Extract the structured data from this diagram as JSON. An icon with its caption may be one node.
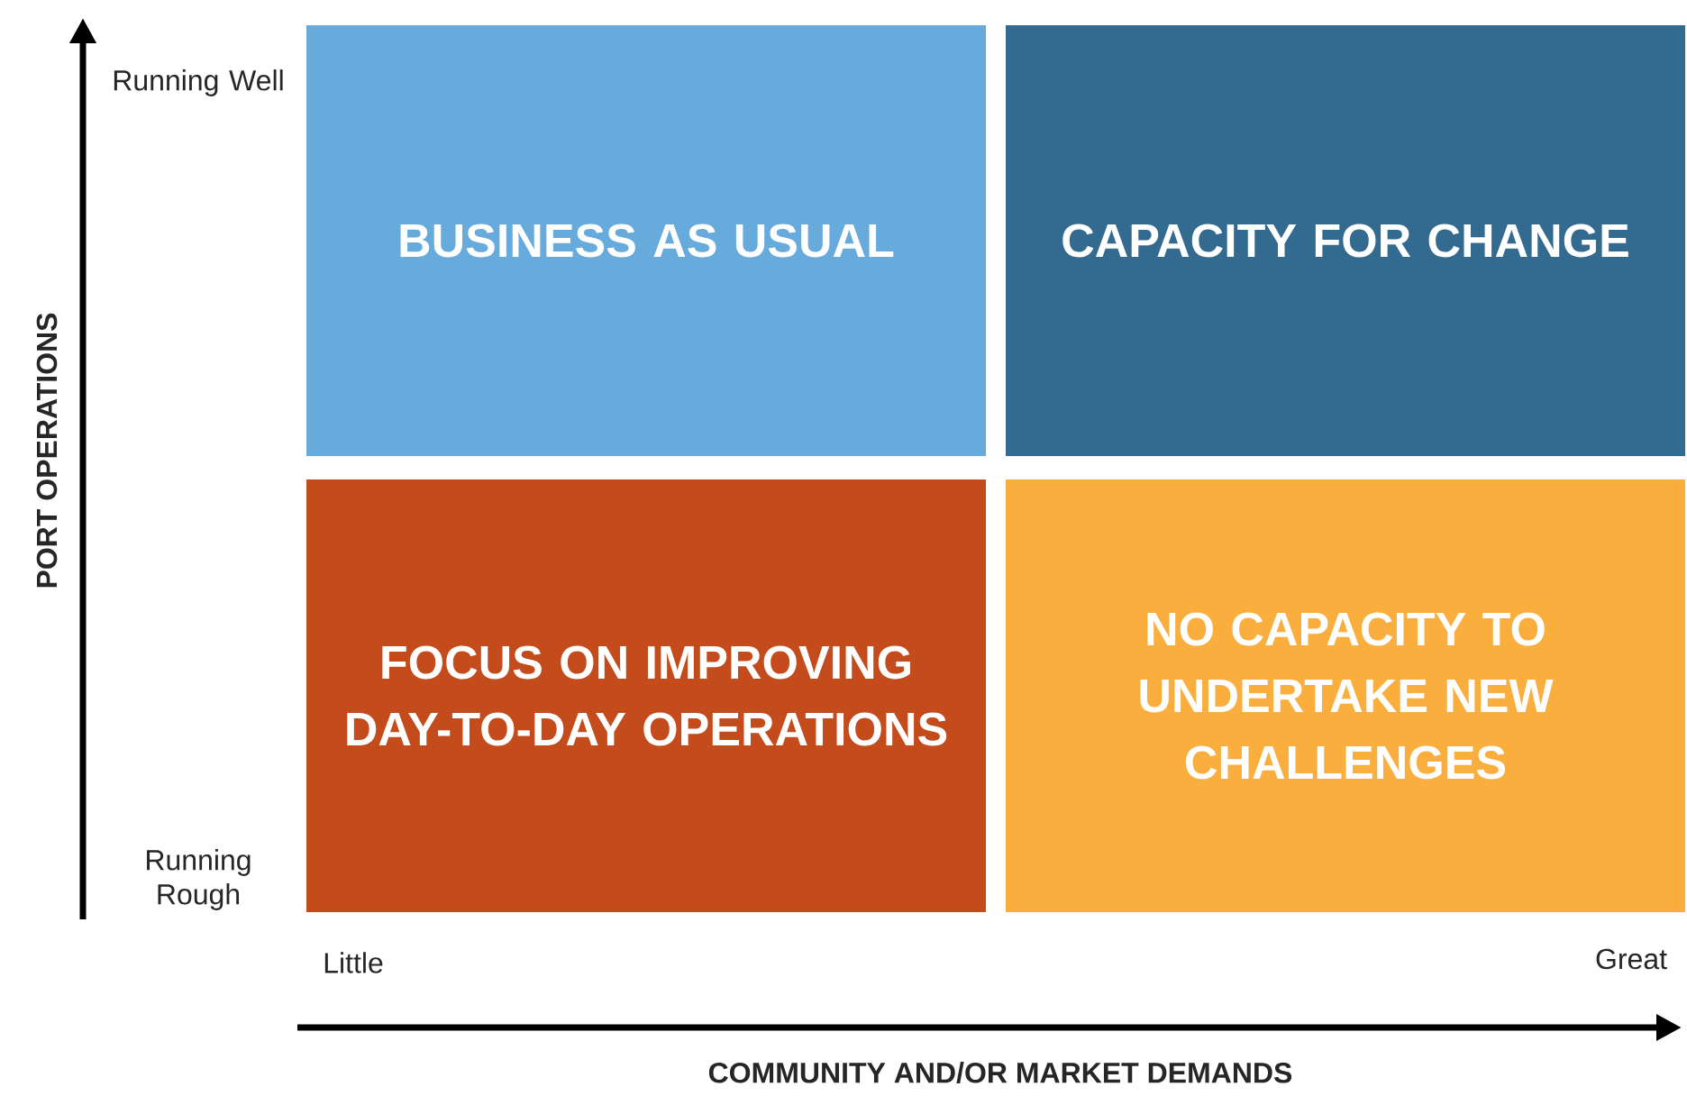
{
  "diagram": {
    "nodes": [
      {
        "text": [
          "BUSINESS AS USUAL"
        ]
      },
      {
        "text": [
          "CAPACITY FOR CHANGE"
        ]
      },
      {
        "text": [
          "FOCUS ON IMPROVING DAY-TO-DAY OPERATIONS"
        ]
      },
      {
        "text": [
          "NO CAPACITY TO UNDERTAKE NEW CHALLENGES"
        ]
      }
    ],
    "labels": [
      "Running Well",
      "PORT OPERATIONS",
      "Running Rough",
      "Little",
      "Great",
      "COMMUNITY AND/OR MARKET DEMANDS"
    ]
  }
}
